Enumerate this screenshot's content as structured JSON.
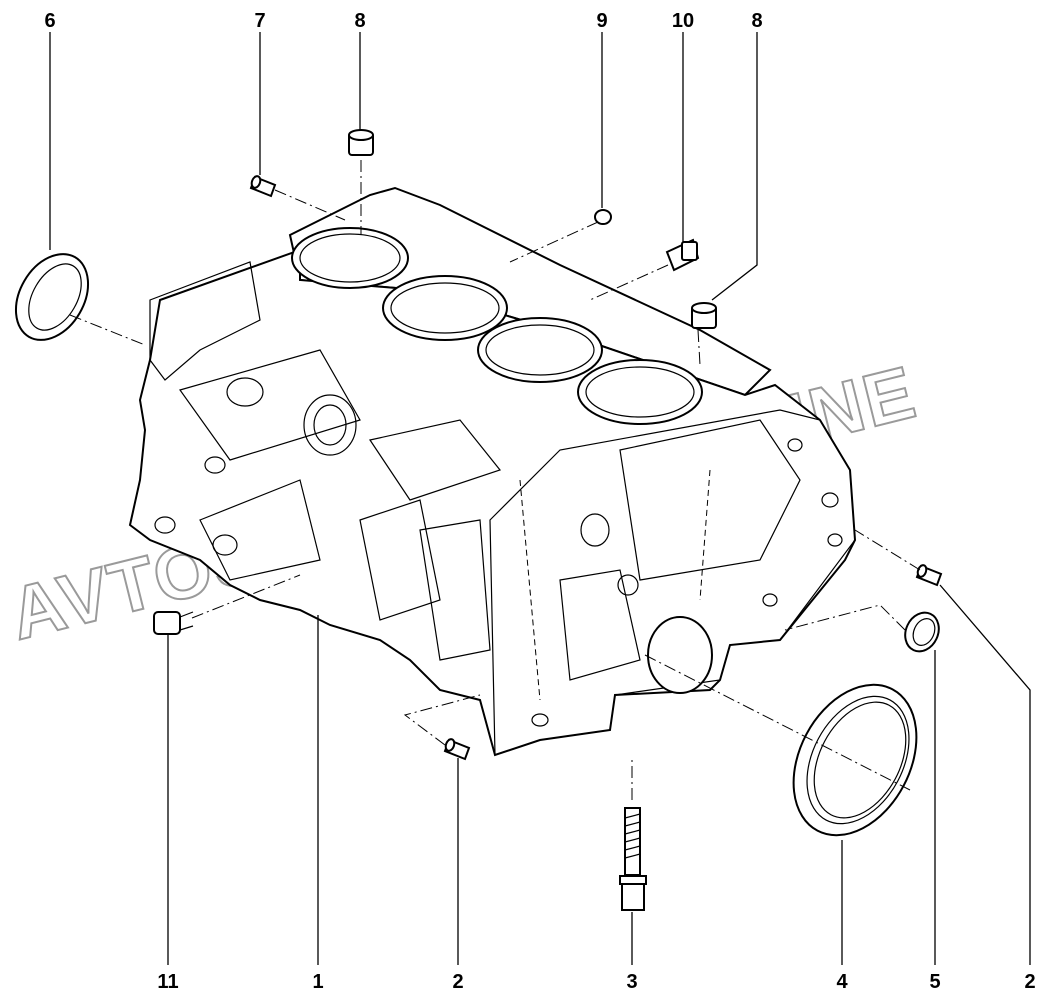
{
  "diagram": {
    "watermark": "AVTOSKAUTCAT.ONLINE",
    "callouts": [
      {
        "id": "c6-top",
        "number": "6"
      },
      {
        "id": "c7-top",
        "number": "7"
      },
      {
        "id": "c8-top-left",
        "number": "8"
      },
      {
        "id": "c9-top",
        "number": "9"
      },
      {
        "id": "c10-top",
        "number": "10"
      },
      {
        "id": "c8-top-right",
        "number": "8"
      },
      {
        "id": "c11-bottom",
        "number": "11"
      },
      {
        "id": "c1-bottom",
        "number": "1"
      },
      {
        "id": "c2-bottom-left",
        "number": "2"
      },
      {
        "id": "c3-bottom",
        "number": "3"
      },
      {
        "id": "c4-bottom",
        "number": "4"
      },
      {
        "id": "c5-bottom",
        "number": "5"
      },
      {
        "id": "c2-bottom-right",
        "number": "2"
      }
    ]
  }
}
